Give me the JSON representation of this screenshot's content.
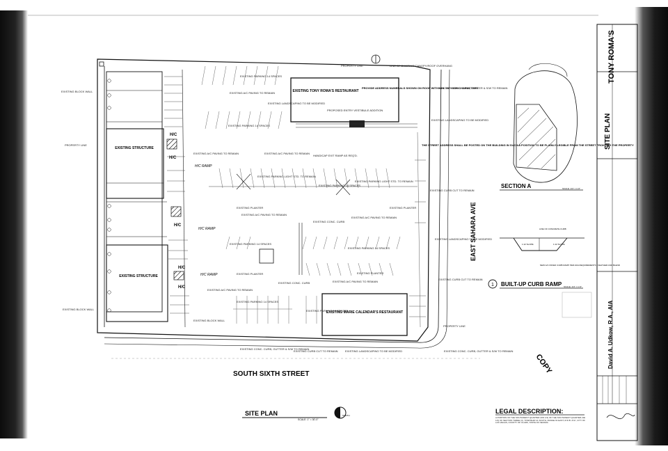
{
  "drawing": {
    "street_south": "SOUTH SIXTH STREET",
    "street_east": "EAST SAHARA AVE",
    "plan_title": "SITE PLAN",
    "plan_scale": "SCALE: 1\" = 30'-0\"",
    "north_label": "NORTH",
    "buildings": {
      "existing_structure_1": "EXISTING STRUCTURE",
      "existing_structure_2": "EXISTING STRUCTURE",
      "tony_romas": "EXISTING TONY ROMA'S RESTAURANT",
      "marie_callenders": "EXISTING MARIE CALENDAR'S RESTAURANT"
    },
    "address_note": "PROVIDE ADDRESS NUMERALS SHOWN ON ROOF WITH MIN. 30\" HIGH CHARACTERS",
    "street_address_note": "THE STREET ADDRESS SHALL BE POSTED ON THE BUILDING IN SUCH A POSITION TO BE PLAINLY LEGIBLE FROM THE STREET FRONTING THE PROPERTY",
    "hc_labels": [
      "H/C",
      "H/C",
      "H/C",
      "H/C",
      "H/C"
    ],
    "hc_ramp": "H/C RAMP",
    "callouts": {
      "block_wall": "EXISTING BLOCK WALL",
      "property_line": "PROPERTY LINE",
      "parking_spaces": "EXISTING PARKING 14 SPACES",
      "paving": "EXISTING A/C PAVING TO REMAIN",
      "landscaping": "EXISTING LANDSCAPING TO BE MODIFIED",
      "planter": "EXISTING PLANTER",
      "curb": "EXISTING CONC. CURB",
      "light": "EXISTING PARKING LIGHT STD. TO REMAIN",
      "gutter": "EXISTING CONC. CURB, GUTTER & S/W TO REMAIN",
      "curb_cut": "EXISTING CURB CUT TO REMAIN",
      "vestibule": "PROPOSED ENTRY VESTIBULE ADDITION",
      "handicap_exit": "HANDICAP EXIT RAMP AS REQ'D.",
      "roof_line": "LINE OF EXISTING CANOPY/ROOF OVERHANG"
    }
  },
  "details": {
    "section_a_title": "SECTION A",
    "section_a_scale": "SCALE: 1/4\" = 1'-0\"",
    "ramp_number": "1",
    "ramp_title": "BUILT-UP CURB RAMP",
    "ramp_scale": "SCALE: 1/4\" = 1'-0\"",
    "ramp_note_1": "LINE OF CONCRETE CURB",
    "ramp_note_2": "NEW A/C PAVED CURB RAMP PER ADA REQUIREMENTS - FEATHER AND BLEND",
    "slope_label": "1:12 SLOPE",
    "stamp": "COPY",
    "legal_title": "LEGAL DESCRIPTION:",
    "legal_text": "A PORTION OF THE SOUTHWEST QUARTER (SW 1/4) OF THE SOUTHWEST QUARTER (SE 1/4) OF SECTION THREE (3), TOWNSHIP 21 SOUTH, RANGE 61 EAST, M.D.B. & M., CITY OF LAS VEGAS, COUNTY OF CLARK, STATE OF NEVADA"
  },
  "title_block": {
    "project": "TONY ROMA'S",
    "sheet_title": "SITE PLAN",
    "architect": "David A. Udkow, R.A., AIA"
  }
}
